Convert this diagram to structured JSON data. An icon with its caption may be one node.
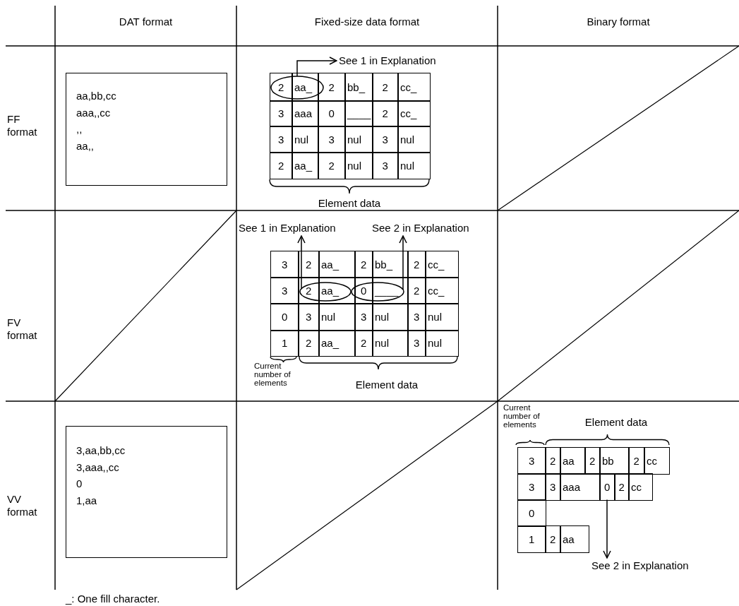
{
  "diagram": {
    "nodes": [
      {
        "text": [
          "aa,bb,cc",
          "aaa,,cc",
          ",,",
          "aa,,"
        ]
      },
      {
        "text": [
          "See 1 in Explanation"
        ]
      },
      {
        "text": [],
        "shape": "ellipse"
      },
      {
        "text": [
          "See 1 in Explanation"
        ]
      },
      {
        "text": [
          "See 2 in Explanation"
        ]
      },
      {
        "text": [],
        "shape": "ellipse"
      },
      {
        "text": [],
        "shape": "ellipse"
      },
      {
        "text": [
          "3,aa,bb,cc",
          "3,aaa,,cc",
          "0",
          "1,aa"
        ]
      },
      {
        "text": [
          "0"
        ]
      },
      {
        "text": [
          "See 2 in Explanation"
        ]
      }
    ],
    "edges": [
      {
        "from": 2,
        "to": 1,
        "arrow": "to"
      },
      {
        "from": 5,
        "to": 3,
        "arrow": "to"
      },
      {
        "from": 6,
        "to": 4,
        "arrow": "to"
      },
      {
        "from": 8,
        "to": 9,
        "arrow": "to"
      }
    ],
    "labels": [
      "DAT format",
      "Fixed-size data format",
      "Binary format",
      "FF format",
      "2",
      "aa_",
      "2",
      "bb_",
      "2",
      "cc_",
      "3",
      "aaa",
      "0",
      "____",
      "2",
      "cc_",
      "3",
      "nul",
      "3",
      "nul",
      "3",
      "nul",
      "2",
      "aa_",
      "2",
      "nul",
      "3",
      "nul",
      "Element data",
      "FV format",
      "3",
      "2",
      "aa_",
      "2",
      "bb_",
      "2",
      "cc_",
      "3",
      "2",
      "aa_",
      "0",
      "____",
      "2",
      "cc_",
      "0",
      "3",
      "nul",
      "3",
      "nul",
      "3",
      "nul",
      "1",
      "2",
      "aa_",
      "2",
      "nul",
      "3",
      "nul",
      "Current number of elements",
      "Element data",
      "VV format",
      "Current number of elements",
      "Element data",
      "3",
      "2",
      "aa",
      "2",
      "bb",
      "2",
      "cc",
      "3",
      "3",
      "aaa",
      "2",
      "cc",
      "0",
      "1",
      "2",
      "aa",
      "_: One fill character."
    ]
  }
}
